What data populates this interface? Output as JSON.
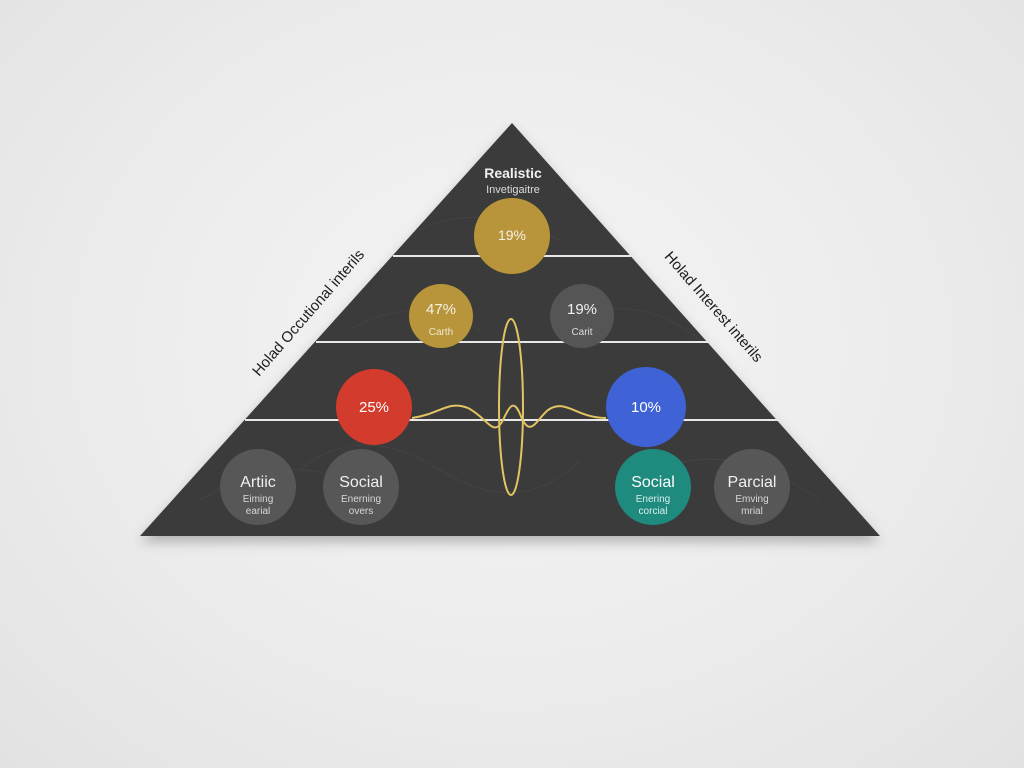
{
  "colors": {
    "background": "#ececec",
    "pyramid": "#3b3b3b",
    "divider": "#e8e8e8",
    "gold": "#b8953a",
    "gray_node": "#555555",
    "red": "#d33b2c",
    "blue": "#3f63d6",
    "teal": "#1f8a7e",
    "wave": "#e3c462"
  },
  "diagram": {
    "left_side_label": "Holad Occutional interils",
    "right_side_label": "Holad Interest interils",
    "apex": {
      "title": "Realistic",
      "subtitle": "Invetigaitre",
      "value": "19%"
    },
    "tier2": [
      {
        "value": "47%",
        "sub": "Carth",
        "color": "gold"
      },
      {
        "value": "19%",
        "sub": "Carit",
        "color": "gray"
      }
    ],
    "tier3": [
      {
        "value": "25%",
        "color": "red"
      },
      {
        "value": "10%",
        "color": "blue"
      }
    ],
    "tier4": [
      {
        "title": "Artiic",
        "line1": "Eiming",
        "line2": "earial",
        "color": "gray"
      },
      {
        "title": "Social",
        "line1": "Enerning",
        "line2": "overs",
        "color": "gray"
      },
      {
        "title": "Social",
        "line1": "Enering",
        "line2": "corcial",
        "color": "teal"
      },
      {
        "title": "Parcial",
        "line1": "Emving",
        "line2": "mrial",
        "color": "gray"
      }
    ]
  }
}
